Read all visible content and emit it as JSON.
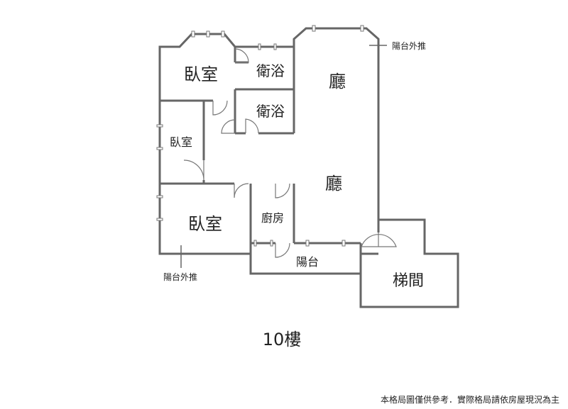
{
  "rooms": {
    "bedroom_top": "臥室",
    "bath_top": "衛浴",
    "bath_mid": "衛浴",
    "living_top": "廳",
    "bedroom_mid": "臥室",
    "living_mid": "廳",
    "bedroom_bottom": "臥室",
    "kitchen": "廚房",
    "balcony": "陽台",
    "stairwell": "梯間"
  },
  "notes": {
    "balcony_push_right": "陽台外推",
    "balcony_push_left": "陽台外推"
  },
  "floor_label": "10樓",
  "disclaimer": "本格局圖僅供參考．實際格局請依房屋現況為主"
}
